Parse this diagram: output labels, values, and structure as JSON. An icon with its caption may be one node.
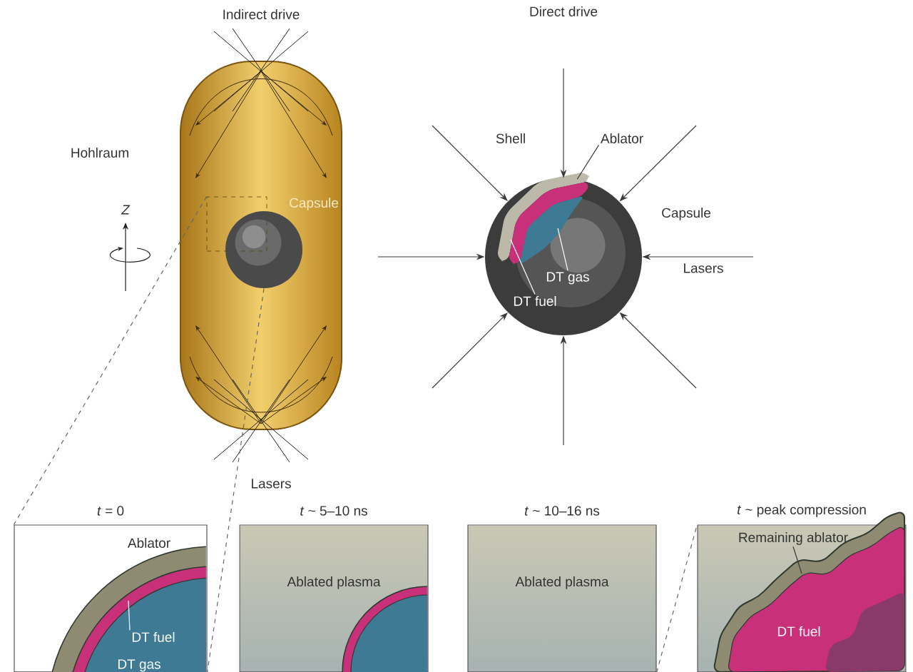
{
  "diagram": {
    "nodes": [
      {
        "text": [
          "Hohlraum"
        ]
      },
      {
        "text": [],
        "shape": "circle",
        "beside": [
          "Capsule"
        ],
        "in": 0
      },
      {
        "text": [],
        "shape": "box",
        "in": 0
      },
      {
        "text": [],
        "shape": "circle",
        "beside": [
          "Capsule"
        ]
      },
      {
        "text": [
          "Ablator"
        ]
      },
      {
        "text": [
          "DT gas"
        ],
        "in": 3
      },
      {
        "text": [
          "DT fuel"
        ],
        "in": 3
      },
      {
        "text": [
          "*t* = 0",
          "Ablator",
          "DT gas"
        ]
      },
      {
        "text": [
          "DT fuel"
        ],
        "in": 7
      },
      {
        "text": [
          "*t* ~ 5–10 ns",
          "Ablated plasma"
        ]
      },
      {
        "text": [
          "*t* ~ 10–16 ns",
          "Ablated plasma"
        ]
      },
      {
        "text": [
          "*t* ~ peak compression",
          "DT fuel"
        ]
      },
      {
        "text": [
          "Remaining ablator"
        ],
        "in": 11
      }
    ],
    "edges": [
      {
        "from": 2,
        "to": 7,
        "arrow": "none",
        "style": "dashed"
      },
      {
        "from": 1,
        "to": 7,
        "arrow": "none",
        "style": "dashed"
      },
      {
        "from": 10,
        "to": 11,
        "arrow": "none",
        "style": "dashed"
      },
      {
        "from": null,
        "to": 3,
        "arrow": "to"
      },
      {
        "from": null,
        "to": 3,
        "arrow": "to"
      },
      {
        "from": null,
        "to": 3,
        "arrow": "to"
      },
      {
        "from": null,
        "to": 3,
        "arrow": "to"
      },
      {
        "from": null,
        "to": 3,
        "arrow": "to"
      },
      {
        "from": null,
        "to": 3,
        "arrow": "to"
      },
      {
        "from": null,
        "to": 3,
        "arrow": "to"
      },
      {
        "from": null,
        "to": 3,
        "arrow": "to"
      },
      {
        "from": 4,
        "to": 3,
        "arrow": "none"
      },
      {
        "from": 5,
        "to": null,
        "arrow": "none",
        "color": "#ffffff"
      },
      {
        "from": 6,
        "to": null,
        "arrow": "none",
        "color": "#ffffff"
      },
      {
        "from": 8,
        "to": null,
        "arrow": "none",
        "color": "#ffffff"
      },
      {
        "from": 12,
        "to": null,
        "arrow": "none"
      }
    ],
    "labels": [
      "Indirect drive",
      "Direct drive",
      "Shell",
      "Z",
      "Lasers",
      "Lasers"
    ]
  }
}
